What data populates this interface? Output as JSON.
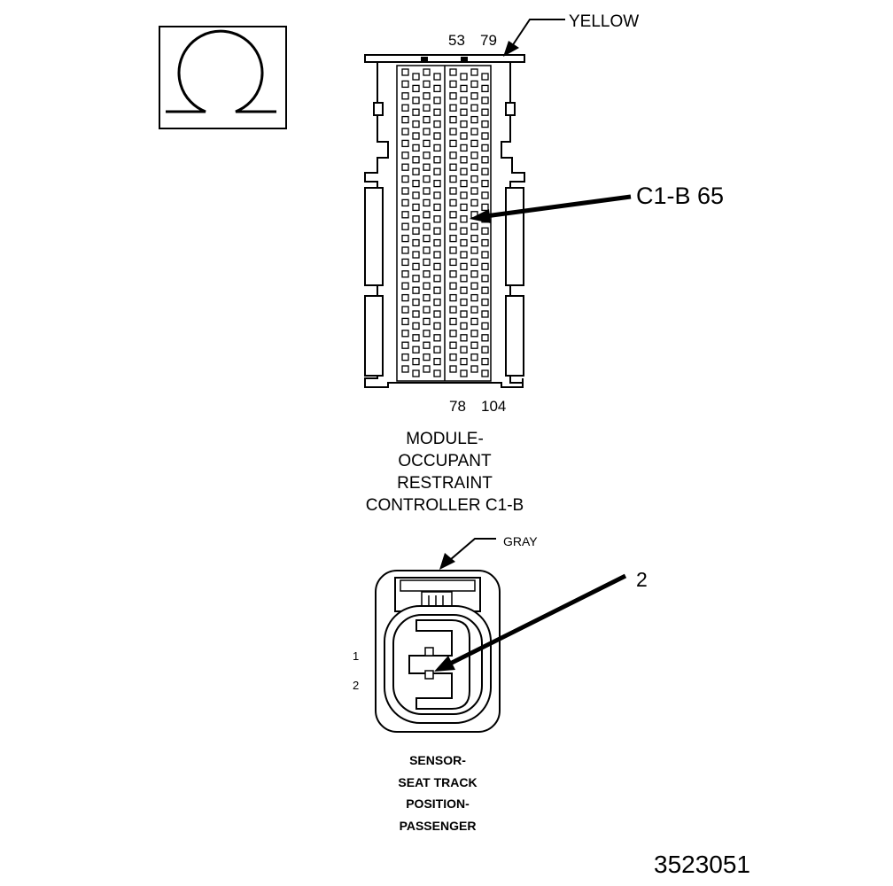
{
  "omega_symbol": "Ω",
  "connector_c1b": {
    "color_label": "YELLOW",
    "top_pin_left": "53",
    "top_pin_right": "79",
    "bottom_pin_left": "78",
    "bottom_pin_right": "104",
    "callout": "C1-B 65",
    "title_lines": [
      "MODULE-",
      "OCCUPANT",
      "RESTRAINT",
      "CONTROLLER C1-B"
    ]
  },
  "connector_sensor": {
    "color_label": "GRAY",
    "callout": "2",
    "pin_labels": [
      "1",
      "2"
    ],
    "title_lines": [
      "SENSOR-",
      "SEAT TRACK",
      "POSITION-",
      "PASSENGER"
    ]
  },
  "figure_number": "3523051"
}
